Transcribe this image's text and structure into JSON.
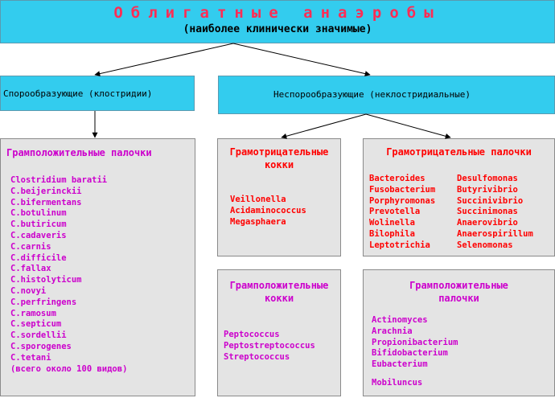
{
  "title": "Облигатные анаэробы",
  "subtitle": "(наиболее клинически значимые)",
  "categories": {
    "spore": "Спорообразующие (клостридии)",
    "nonspore": "Неспорообразующие (неклостридиальные)"
  },
  "groups": {
    "clostridia": {
      "heading": "Грамположительные палочки",
      "items": [
        "Clostridium baratii",
        "C.beijerinckii",
        "C.bifermentans",
        "C.botulinum",
        "C.butiricum",
        "C.cadaveris",
        "C.carnis",
        "C.difficile",
        "C.fallax",
        "C.histolyticum",
        "C.novyi",
        "C.perfringens",
        "C.ramosum",
        "C.septicum",
        "C.sordellii",
        "C.sporogenes",
        "C.tetani",
        "(всего около 100 видов)"
      ]
    },
    "gram_neg_cocci": {
      "heading_line1": "Грамотрицательные",
      "heading_line2": "кокки",
      "items": [
        "Veillonella",
        "Acidaminococcus",
        "Megasphaera"
      ]
    },
    "gram_neg_rods": {
      "heading": "Грамотрицательные палочки",
      "col1": [
        "Bacteroides",
        "Fusobacterium",
        "Porphyromonas",
        "Prevotella",
        "Wolinella",
        "Bilophila",
        "Leptotrichia"
      ],
      "col2": [
        "Desulfomonas",
        "Butyrivibrio",
        "Succinivibrio",
        "Succinimonas",
        "Anaerovibrio",
        "Anaerospirillum",
        "Selenomonas"
      ]
    },
    "gram_pos_cocci": {
      "heading_line1": "Грамположительные",
      "heading_line2": "кокки",
      "items": [
        "Peptococcus",
        "Peptostreptococcus",
        "Streptococcus"
      ]
    },
    "gram_pos_rods": {
      "heading_line1": "Грамположительные",
      "heading_line2": "палочки",
      "items": [
        "Actinomyces",
        "Arachnia",
        "Propionibacterium",
        "Bifidobacterium",
        "Eubacterium"
      ],
      "extra": "Mobiluncus"
    }
  },
  "colors": {
    "title": "#ff2d55",
    "box_cyan": "#33ccee",
    "box_gray": "#e4e4e4",
    "purple": "#cc00cc",
    "red": "#ff0000"
  }
}
